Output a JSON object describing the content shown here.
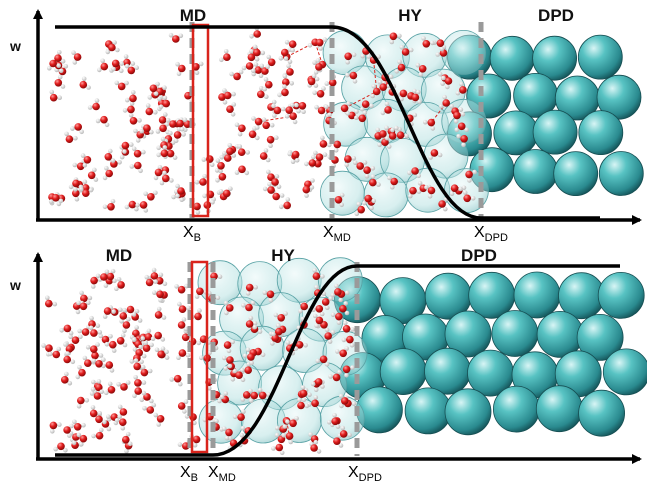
{
  "top_panel": {
    "axis_label": "w",
    "region_labels": {
      "md": "MD",
      "hy": "HY",
      "dpd": "DPD"
    },
    "markers": {
      "b": {
        "main": "X",
        "sub": "B"
      },
      "md": {
        "main": "X",
        "sub": "MD"
      },
      "dpd": {
        "main": "X",
        "sub": "DPD"
      }
    }
  },
  "bottom_panel": {
    "axis_label": "w",
    "region_labels": {
      "md": "MD",
      "hy": "HY",
      "dpd": "DPD"
    },
    "markers": {
      "b": {
        "main": "X",
        "sub": "B"
      },
      "md": {
        "main": "X",
        "sub": "MD"
      },
      "dpd": {
        "main": "X",
        "sub": "DPD"
      }
    }
  },
  "colors": {
    "water_oxygen": "#d6161b",
    "water_hydrogen": "#ffffff",
    "dpd_bead": "#3fb3b3",
    "hybrid_bead": "#bfe3e3",
    "marker_dashed_line": "#9a9a9a",
    "boundary_box": "#d9241c",
    "axis_and_weight_curve": "#000000"
  }
}
